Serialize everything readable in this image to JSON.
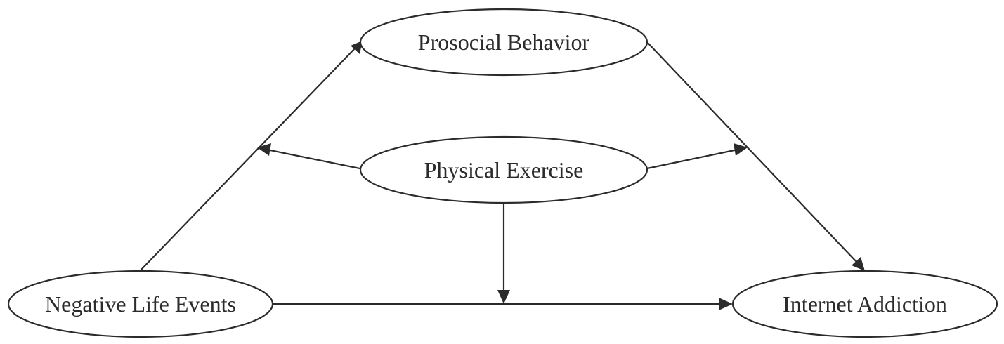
{
  "diagram": {
    "nodes": {
      "prosocial": {
        "label": "Prosocial Behavior"
      },
      "exercise": {
        "label": "Physical Exercise"
      },
      "negative": {
        "label": "Negative Life Events"
      },
      "internet": {
        "label": "Internet Addiction"
      }
    },
    "edges": [
      {
        "from": "Negative Life Events",
        "to": "Prosocial Behavior"
      },
      {
        "from": "Prosocial Behavior",
        "to": "Internet Addiction"
      },
      {
        "from": "Negative Life Events",
        "to": "Internet Addiction"
      },
      {
        "from": "Physical Exercise",
        "to": "Negative Life Events → Prosocial Behavior path"
      },
      {
        "from": "Physical Exercise",
        "to": "Prosocial Behavior → Internet Addiction path"
      },
      {
        "from": "Physical Exercise",
        "to": "Negative Life Events → Internet Addiction path"
      }
    ],
    "colors": {
      "stroke": "#2b2b2b",
      "background": "#ffffff"
    }
  }
}
